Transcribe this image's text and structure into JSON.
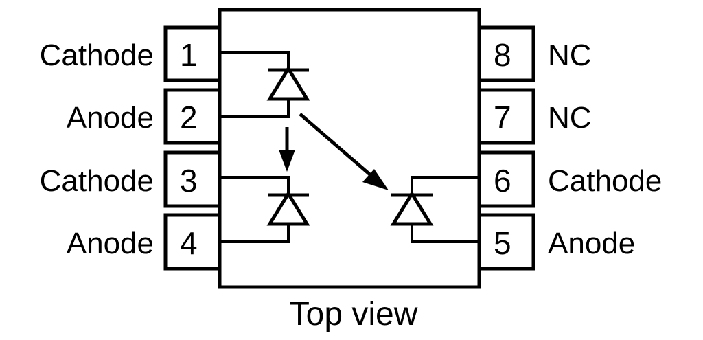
{
  "diagram": {
    "title": "Top view",
    "package": {
      "type": "8-pin dual in-line package outline",
      "body_label": ""
    },
    "pins_left": [
      {
        "number": "1",
        "label": "Cathode"
      },
      {
        "number": "2",
        "label": "Anode"
      },
      {
        "number": "3",
        "label": "Cathode"
      },
      {
        "number": "4",
        "label": "Anode"
      }
    ],
    "pins_right": [
      {
        "number": "8",
        "label": "NC"
      },
      {
        "number": "7",
        "label": "NC"
      },
      {
        "number": "6",
        "label": "Cathode"
      },
      {
        "number": "5",
        "label": "Anode"
      }
    ],
    "components": [
      {
        "name": "diode-1",
        "type": "diode",
        "cathode_pin": "1",
        "anode_pin": "2",
        "orientation": "cathode-up"
      },
      {
        "name": "diode-2",
        "type": "diode",
        "cathode_pin": "3",
        "anode_pin": "4",
        "orientation": "cathode-up"
      },
      {
        "name": "diode-3",
        "type": "diode",
        "cathode_pin": "6",
        "anode_pin": "5",
        "orientation": "cathode-up"
      }
    ],
    "annotations": [
      {
        "name": "vertical-arrow",
        "from": "diode-1",
        "to": "diode-2",
        "direction": "down"
      },
      {
        "name": "diagonal-arrow",
        "from": "diode-1",
        "to": "diode-3",
        "direction": "down-right"
      }
    ],
    "colors": {
      "ink": "#000000",
      "background": "#ffffff"
    }
  }
}
